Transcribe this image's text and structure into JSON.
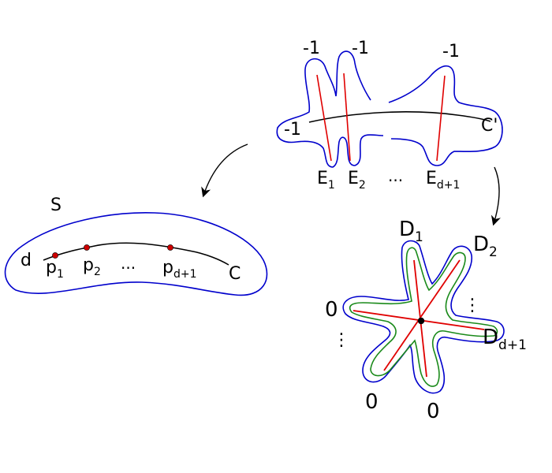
{
  "labels": {
    "blowup": {
      "neg1_a": "-1",
      "neg1_b": "-1",
      "neg1_c": "-1",
      "neg1_left": "-1",
      "curve": "C'",
      "e1_base": "E",
      "e1_sub": "1",
      "e2_base": "E",
      "e2_sub": "2",
      "ellipsis": "...",
      "ed_base": "E",
      "ed_sub": "d+1"
    },
    "surface": {
      "name": "S",
      "d": "d",
      "curve": "C",
      "p1_base": "p",
      "p1_sub": "1",
      "p2_base": "p",
      "p2_sub": "2",
      "ellipsis": "...",
      "pd_base": "p",
      "pd_sub": "d+1"
    },
    "star": {
      "d1_base": "D",
      "d1_sub": "1",
      "d2_base": "D",
      "d2_sub": "2",
      "dd_base": "D",
      "dd_sub": "d+1",
      "zero_left": "0",
      "zero_bottom_left": "0",
      "zero_bottom": "0",
      "vdots_right": "⋮",
      "vdots_left": "⋮"
    }
  },
  "colors": {
    "outline": "#0000cc",
    "divisor": "#e00000",
    "inner_outline": "#1a8a1a",
    "curve": "#000000",
    "point": "#cc0000"
  }
}
